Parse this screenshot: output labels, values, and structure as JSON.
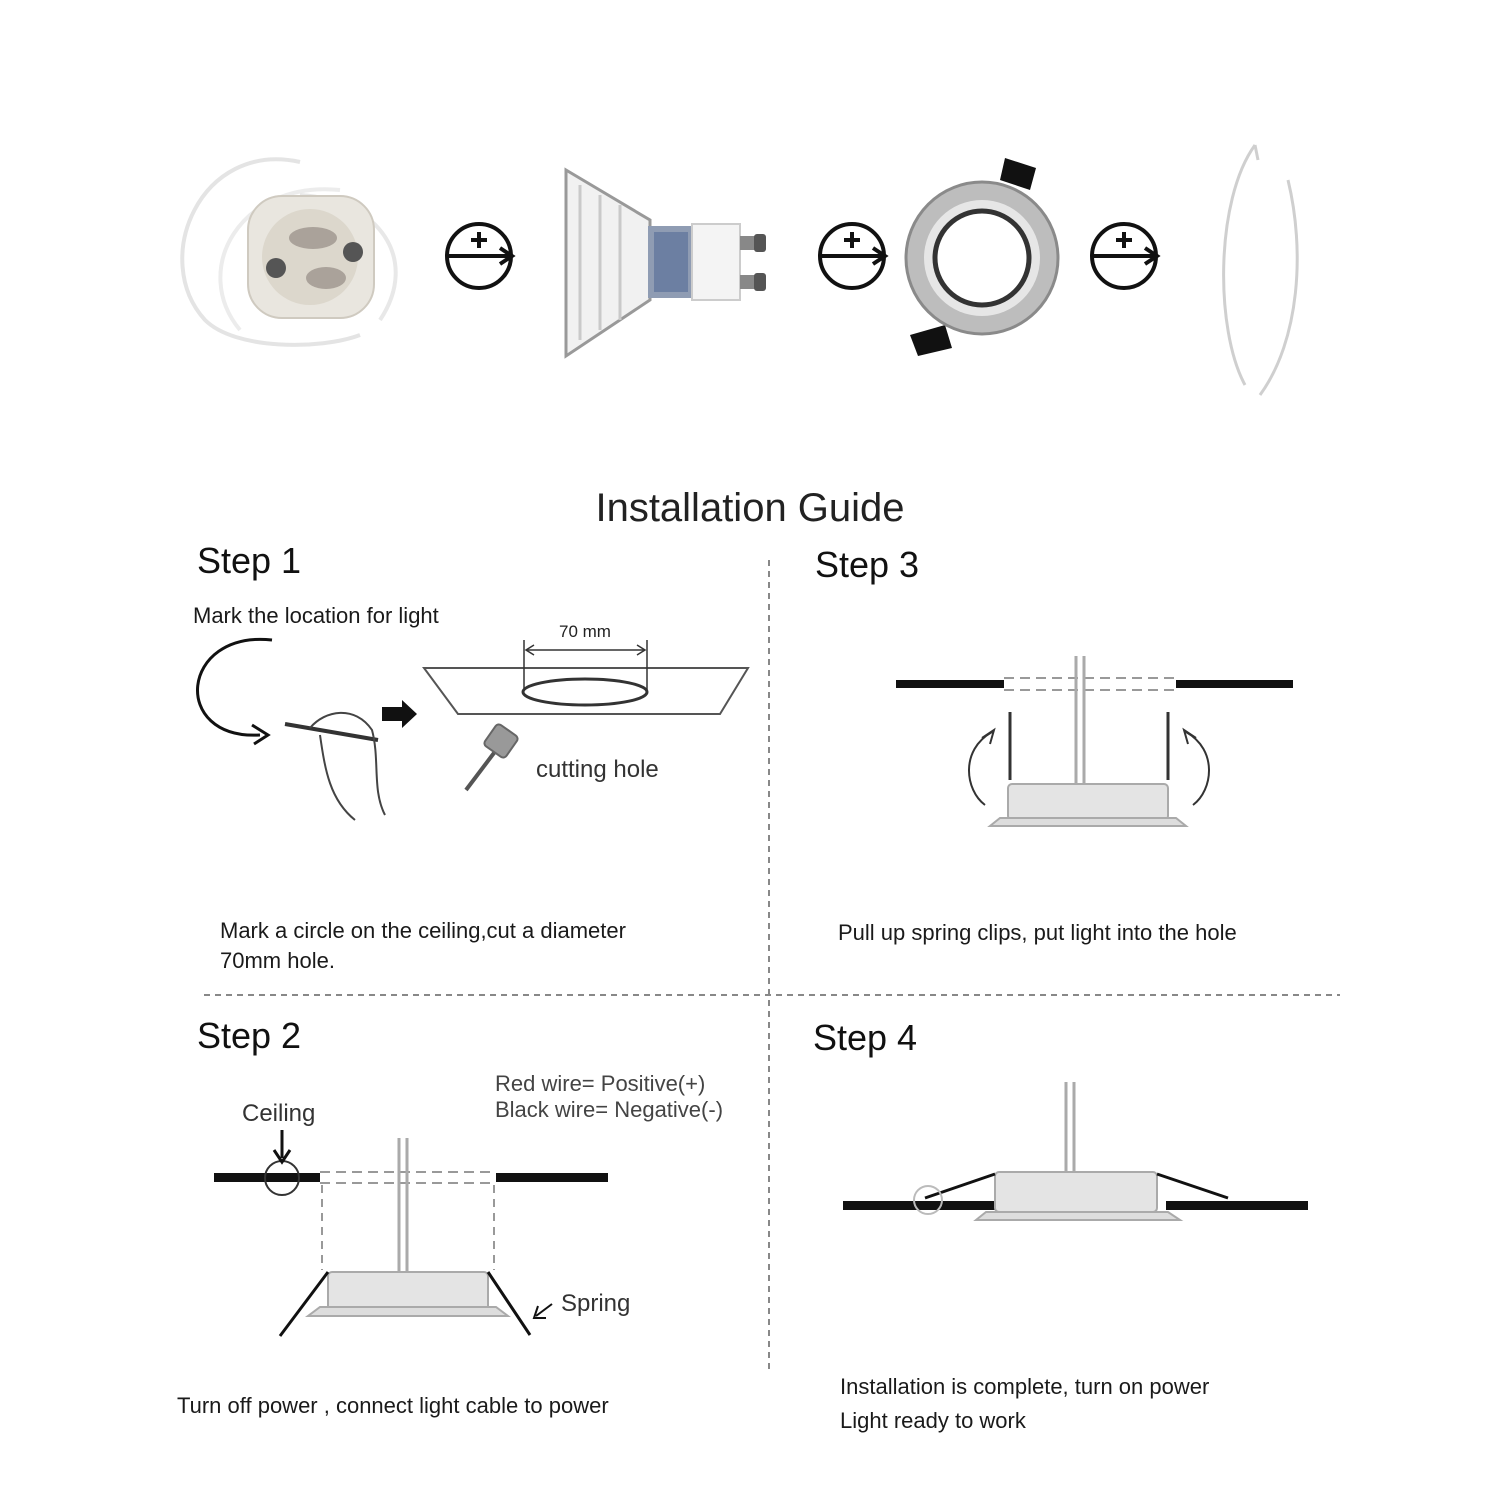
{
  "title": "Installation Guide",
  "steps": {
    "s1": {
      "heading": "Step 1",
      "intro": "Mark the location for light",
      "dimension": "70 mm",
      "tool_label": "cutting hole",
      "line1": "Mark a circle on the ceiling,cut a diameter",
      "line2": "70mm hole."
    },
    "s2": {
      "heading": "Step 2",
      "ceiling_label": "Ceiling",
      "wire1": "Red wire= Positive(+)",
      "wire2": "Black wire= Negative(-)",
      "spring_label": "Spring",
      "caption": "Turn off power , connect light cable to power"
    },
    "s3": {
      "heading": "Step 3",
      "caption": "Pull up spring clips, put light into the hole"
    },
    "s4": {
      "heading": "Step 4",
      "line1": "Installation is complete, turn on power",
      "line2": "Light ready to work"
    }
  }
}
